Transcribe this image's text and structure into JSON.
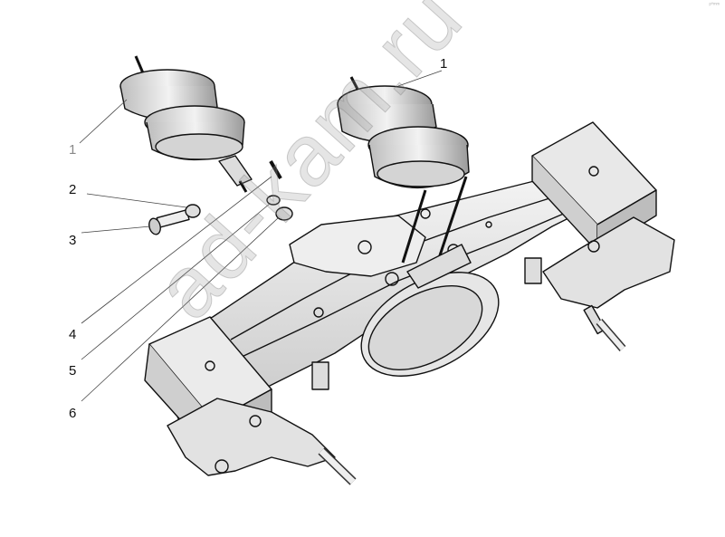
{
  "callouts": [
    {
      "label": "1"
    },
    {
      "label": "1"
    },
    {
      "label": "2"
    },
    {
      "label": "3"
    },
    {
      "label": "4"
    },
    {
      "label": "5"
    },
    {
      "label": "6"
    }
  ],
  "watermark": "ad-kam.ru",
  "corner_mark": "ᵖ°ᵐᵐ"
}
